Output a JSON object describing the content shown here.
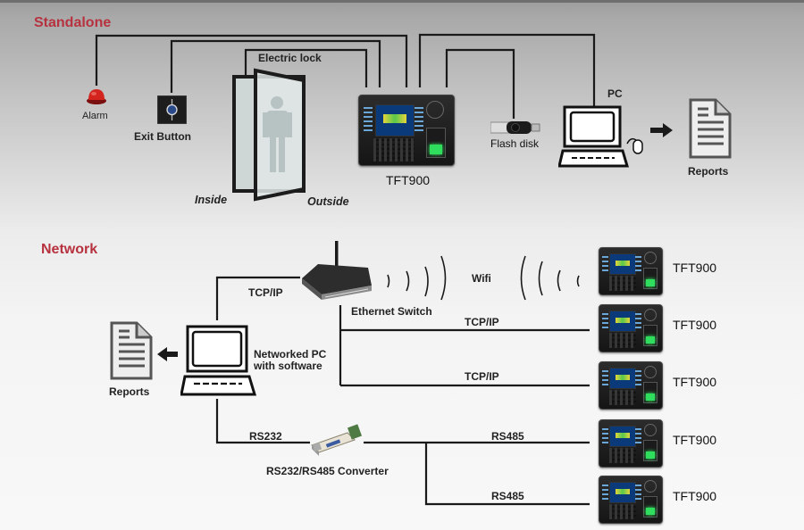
{
  "sections": {
    "standalone": "Standalone",
    "network": "Network"
  },
  "standalone": {
    "alarm": "Alarm",
    "exit_button": "Exit Button",
    "electric_lock": "Electric lock",
    "inside": "Inside",
    "outside": "Outside",
    "device": "TFT900",
    "flash_disk": "Flash disk",
    "pc": "PC",
    "reports": "Reports"
  },
  "network": {
    "router_link": "TCP/IP",
    "switch": "Ethernet Switch",
    "wifi": "Wifi",
    "pc": "Networked PC\nwith software",
    "pc_line1": "Networked PC",
    "pc_line2": "with software",
    "reports": "Reports",
    "rs232": "RS232",
    "converter": "RS232/RS485 Converter",
    "links": [
      {
        "label": "TCP/IP"
      },
      {
        "label": "TCP/IP"
      },
      {
        "label": "RS485"
      },
      {
        "label": "RS485"
      }
    ],
    "devices": [
      {
        "name": "TFT900",
        "connection": "Wifi"
      },
      {
        "name": "TFT900",
        "connection": "TCP/IP"
      },
      {
        "name": "TFT900",
        "connection": "TCP/IP"
      },
      {
        "name": "TFT900",
        "connection": "RS485"
      },
      {
        "name": "TFT900",
        "connection": "RS485"
      }
    ]
  },
  "colors": {
    "section_title": "#b7323f",
    "wire": "#1a1a1a"
  }
}
